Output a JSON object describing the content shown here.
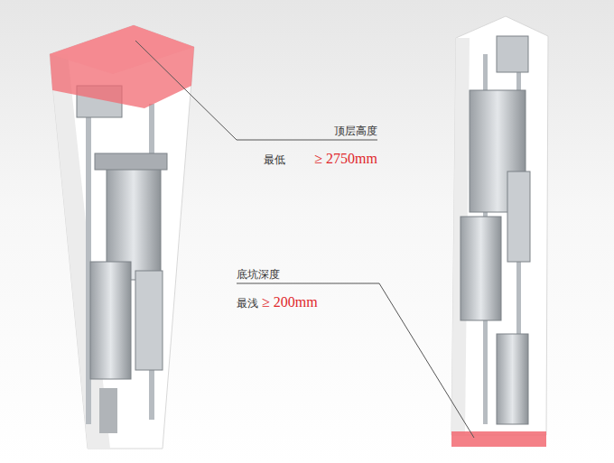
{
  "diagram": {
    "labels": [
      "顶层高度",
      "最低",
      "≥ 2750mm",
      "底坑深度",
      "最浅",
      "≥ 200mm"
    ]
  }
}
